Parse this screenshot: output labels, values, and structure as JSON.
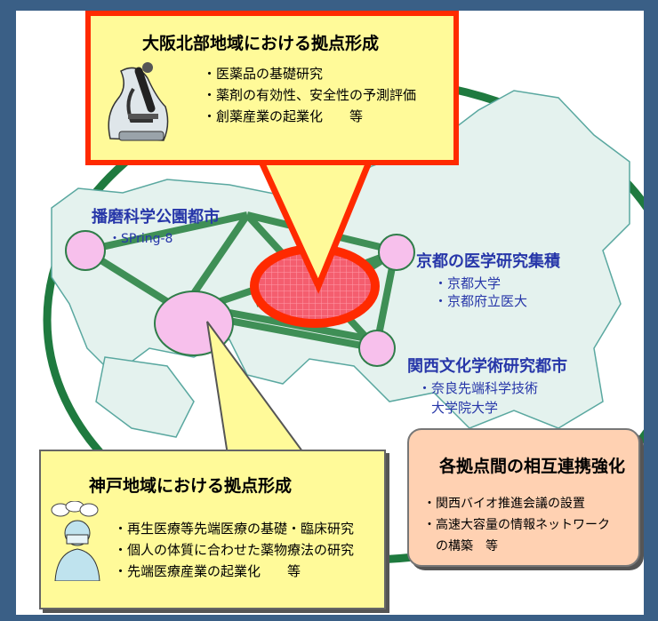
{
  "osaka": {
    "title": "大阪北部地域における拠点形成",
    "items": [
      "・医薬品の基礎研究",
      "・薬剤の有効性、安全性の予測評価",
      "・創薬産業の起業化　　等"
    ]
  },
  "harima": {
    "title": "播磨科学公園都市",
    "items": [
      "・SPring-8"
    ]
  },
  "kyoto": {
    "title": "京都の医学研究集積",
    "items": [
      "・京都大学",
      "・京都府立医大"
    ]
  },
  "kansai": {
    "title": "関西文化学術研究都市",
    "items": [
      "・奈良先端科学技術",
      "　大学院大学"
    ]
  },
  "kobe": {
    "title": "神戸地域における拠点形成",
    "items": [
      "・再生医療等先端医療の基礎・臨床研究",
      "・個人の体質に合わせた薬物療法の研究",
      "・先端医療産業の起業化　　等"
    ]
  },
  "linkage": {
    "title": "各拠点間の相互連携強化",
    "items": [
      "・関西バイオ推進会議の設置",
      "・高速大容量の情報ネットワーク",
      "　の構築　等"
    ]
  },
  "colors": {
    "background": "#3a5f86",
    "land": "#e4f2ee",
    "ring": "#1f7a3f",
    "accent": "#ff2a00",
    "network": "#3f8f56",
    "node": "#f7c0ec",
    "label": "#2737a9"
  }
}
